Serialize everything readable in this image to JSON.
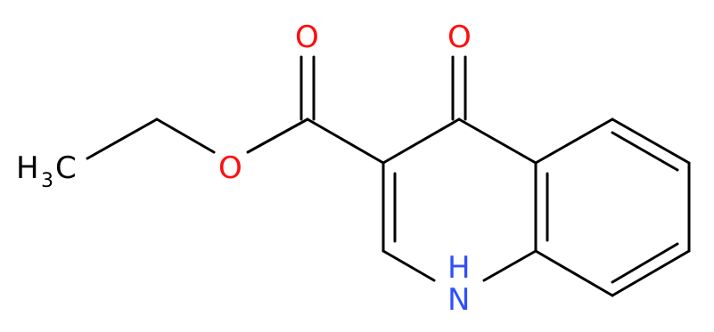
{
  "structure": {
    "atoms": {
      "methyl_h": "H",
      "methyl_sub": "3",
      "methyl_c": "C",
      "ester_o": "O",
      "carbonyl_o": "O",
      "keto_o": "O",
      "nh_h": "H",
      "nh_n": "N"
    },
    "colors": {
      "bond": "#000000",
      "carbon": "#000000",
      "oxygen": "#ff0d0d",
      "nitrogen": "#3050f8"
    }
  }
}
